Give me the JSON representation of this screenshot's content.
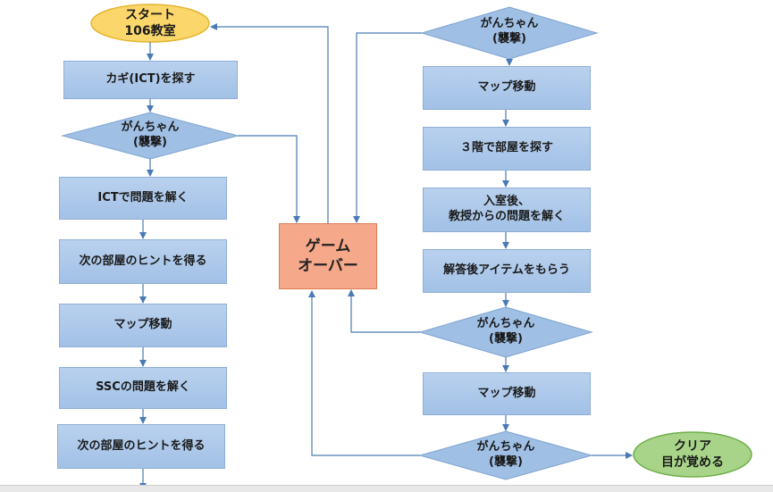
{
  "nodes": {
    "start": "スタート\n106教室",
    "find_key": "カギ(ICT)を探す",
    "attack_l1": "がんちゃん\n(襲撃)",
    "ict_problem": "ICTで問題を解く",
    "hint_1": "次の部屋のヒントを得る",
    "map_move_l": "マップ移動",
    "ssc_problem": "SSCの問題を解く",
    "hint_2": "次の部屋のヒントを得る",
    "game_over": "ゲーム\nオーバー",
    "attack_r1": "がんちゃん\n(襲撃)",
    "map_move_r1": "マップ移動",
    "find_room_3f": "３階で部屋を探す",
    "enter_room": "入室後、\n教授からの問題を解く",
    "get_item": "解答後アイテムをもらう",
    "attack_r2": "がんちゃん\n(襲撃)",
    "map_move_r2": "マップ移動",
    "attack_r3": "がんちゃん\n(襲撃)",
    "clear": "クリア\n目が覚める"
  },
  "colors": {
    "box_fill": "#a9c6e8",
    "box_border": "#8faed6",
    "diamond_fill": "#9fbfe4",
    "start_fill": "#fbd66b",
    "start_border": "#e5b52f",
    "clear_fill": "#a8d48a",
    "clear_border": "#6fae4a",
    "gameover_fill": "#f5a88a",
    "arrow": "#4a7ab5"
  }
}
